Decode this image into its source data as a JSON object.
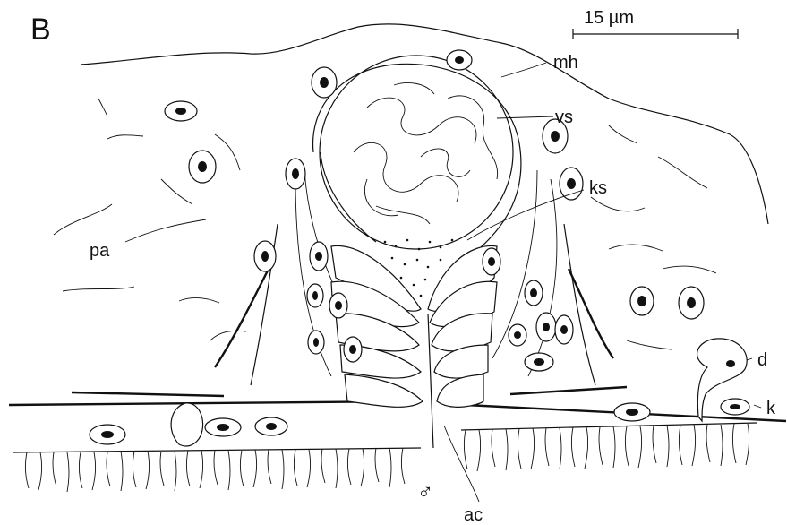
{
  "figure": {
    "panel_label": "B",
    "scale_bar_label": "15 µm",
    "labels": {
      "mh": "mh",
      "vs": "vs",
      "ks": "ks",
      "pa": "pa",
      "d": "d",
      "k": "k",
      "male_symbol": "♂",
      "ac": "ac"
    }
  }
}
